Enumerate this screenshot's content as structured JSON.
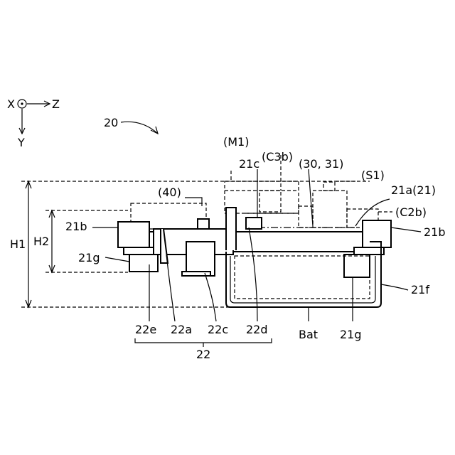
{
  "figure": {
    "axes": {
      "x": "X",
      "z": "Z",
      "y": "Y"
    },
    "ref_main": "20",
    "labels": {
      "M1": "(M1)",
      "C3b": "(C3b)",
      "c21c": "21c",
      "p3031": "(30, 31)",
      "S1": "(S1)",
      "c21a": "21a(21)",
      "p40": "(40)",
      "C2b": "(C2b)",
      "H1": "H1",
      "H2": "H2",
      "b21_left": "21b",
      "b21_right": "21b",
      "g21_left": "21g",
      "g21_bottom": "21g",
      "f21": "21f",
      "e22": "22e",
      "a22": "22a",
      "c22": "22c",
      "d22": "22d",
      "bat": "Bat",
      "group22": "22"
    }
  }
}
